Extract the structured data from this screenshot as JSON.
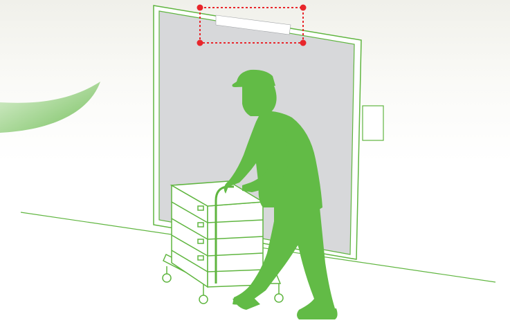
{
  "scene": {
    "description_visible_text": "",
    "colors": {
      "figure_green": "#62bb46",
      "line_green": "#5fb53f",
      "door_fill": "#d7d8da",
      "sensor_marker": "#e8262b",
      "background_top": "#f2f2ec",
      "background": "#ffffff"
    },
    "icons": [
      "worker-silhouette",
      "hand-truck-cart",
      "elevator-door",
      "door-sensor-marker",
      "leaf-shape",
      "call-button-panel"
    ]
  }
}
